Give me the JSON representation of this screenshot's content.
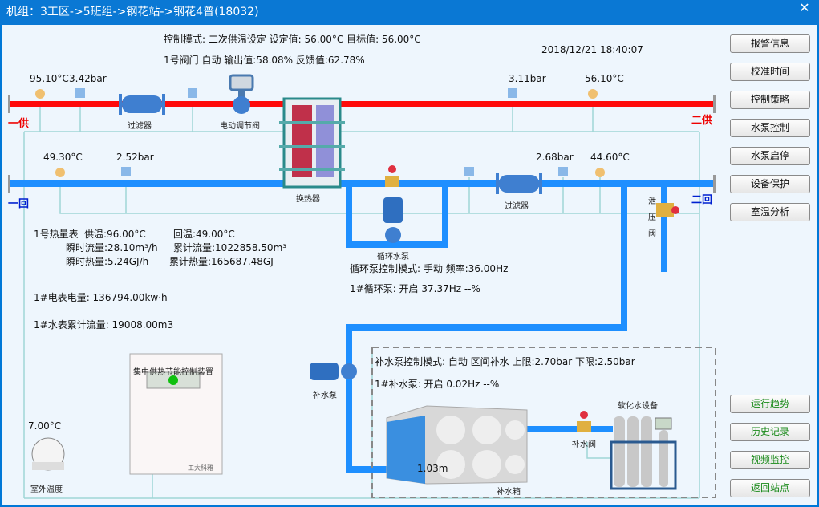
{
  "window": {
    "title": "机组：3工区->5班组->钢花站->钢花4普(18032)",
    "close": "✕"
  },
  "header": {
    "control_mode": "控制模式: 二次供温设定  设定值: 56.00°C  目标值: 56.00°C",
    "valve": "1号阀门 自动 输出值:58.08% 反馈值:62.78%",
    "datetime": "2018/12/21 18:40:07"
  },
  "pipes": {
    "primary_supply": "一供",
    "primary_return": "一回",
    "secondary_supply": "二供",
    "secondary_return": "二回",
    "supply_color": "#ff0000",
    "return_color": "#1e90ff"
  },
  "sensors": {
    "p_supply_temp": "95.10°C",
    "p_supply_pressure": "3.42bar",
    "p_return_temp": "49.30°C",
    "p_return_pressure": "2.52bar",
    "s_supply_pressure": "3.11bar",
    "s_supply_temp": "56.10°C",
    "s_return_pressure": "2.68bar",
    "s_return_temp": "44.60°C",
    "outdoor_temp": "7.00°C"
  },
  "equipment": {
    "filter1": "过滤器",
    "valve": "电动调节阀",
    "exchanger": "换热器",
    "filter2": "过滤器",
    "circ_pump": "循环水泵",
    "relief_valve": "泄压阀",
    "makeup_pump": "补水泵",
    "makeup_valve": "补水阀",
    "tank": "补水箱",
    "softener": "软化水设备",
    "outdoor": "室外温度",
    "tank_level": "1.03m",
    "controller_title": "集中供热节能控制装置",
    "controller_brand": "工大科雅"
  },
  "heat_meter": {
    "label": "1号热量表",
    "supply": "供温:96.00°C",
    "return": "回温:49.00°C",
    "flow": "瞬时流量:28.10m³/h",
    "total_flow": "累计流量:1022858.50m³",
    "heat": "瞬时热量:5.24GJ/h",
    "total_heat": "累计热量:165687.48GJ"
  },
  "meters": {
    "power": "1#电表电量:   136794.00kw·h",
    "water": "1#水表累计流量:   19008.00m3"
  },
  "circ": {
    "mode": "循环泵控制模式: 手动  频率:36.00Hz",
    "pump1": "1#循环泵:   开启 37.37Hz --%"
  },
  "makeup": {
    "mode": "补水泵控制模式: 自动  区间补水 上限:2.70bar 下限:2.50bar",
    "pump1": "1#补水泵:   开启 0.02Hz --%"
  },
  "buttons_top": [
    "报警信息",
    "校准时间",
    "控制策略",
    "水泵控制",
    "水泵启停",
    "设备保护",
    "室温分析"
  ],
  "buttons_bottom": [
    "运行趋势",
    "历史记录",
    "视频监控",
    "返回站点"
  ]
}
